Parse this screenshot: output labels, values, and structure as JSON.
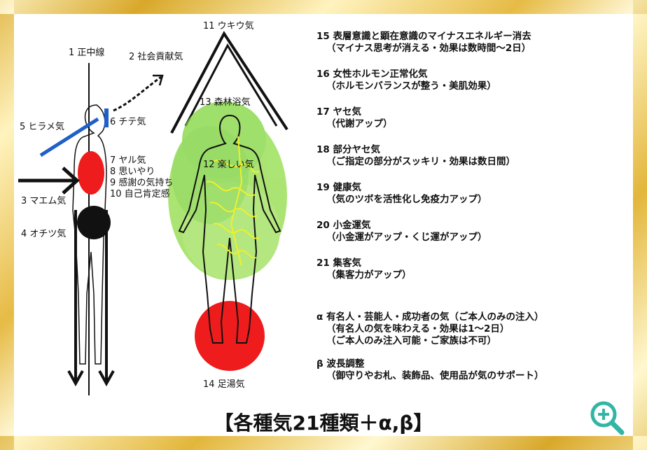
{
  "labels": {
    "l1": "1 正中線",
    "l2": "2 社会貢献気",
    "l3": "3 マエム気",
    "l4": "4 オチツ気",
    "l5": "5 ヒラメ気",
    "l6": "6 チテ気",
    "l7": "7 ヤル気",
    "l8": "8 思いやり",
    "l9": "9 感謝の気持ち",
    "l10": "10 自己肯定感",
    "l11": "11 ウキウ気",
    "l12": "12 楽しい気",
    "l13": "13 森林浴気",
    "l14": "14 足湯気"
  },
  "list": [
    {
      "t": "15 表層意識と顕在意識のマイナスエネルギー消去",
      "d": "（マイナス思考が消える・効果は数時間〜2日）"
    },
    {
      "t": "16 女性ホルモン正常化気",
      "d": "（ホルモンバランスが整う・美肌効果）"
    },
    {
      "t": "17 ヤセ気",
      "d": "（代謝アップ）"
    },
    {
      "t": "18 部分ヤセ気",
      "d": "（ご指定の部分がスッキリ・効果は数日間）"
    },
    {
      "t": "19 健康気",
      "d": "（気のツボを活性化し免疫力アップ）"
    },
    {
      "t": "20 小金運気",
      "d": "（小金運がアップ・くじ運がアップ）"
    },
    {
      "t": "21 集客気",
      "d": "（集客力がアップ）"
    }
  ],
  "extra": {
    "alpha_t": "α 有名人・芸能人・成功者の気（ご本人のみの注入）",
    "alpha_d1": "（有名人の気を味わえる・効果は1〜2日）",
    "alpha_d2": "（ご本人のみ注入可能・ご家族は不可）",
    "beta_t": "β 波長調整",
    "beta_d": "（御守りやお札、装飾品、使用品が気のサポート）"
  },
  "title": "【各種気21種類＋α,β】",
  "icons": {
    "zoom": "zoom-in-icon"
  },
  "colors": {
    "frame": "#e3b63b",
    "red": "#ee1c1c",
    "green": "#7fd53a",
    "blue": "#1f5fc8",
    "zoom": "#33b5a5"
  }
}
